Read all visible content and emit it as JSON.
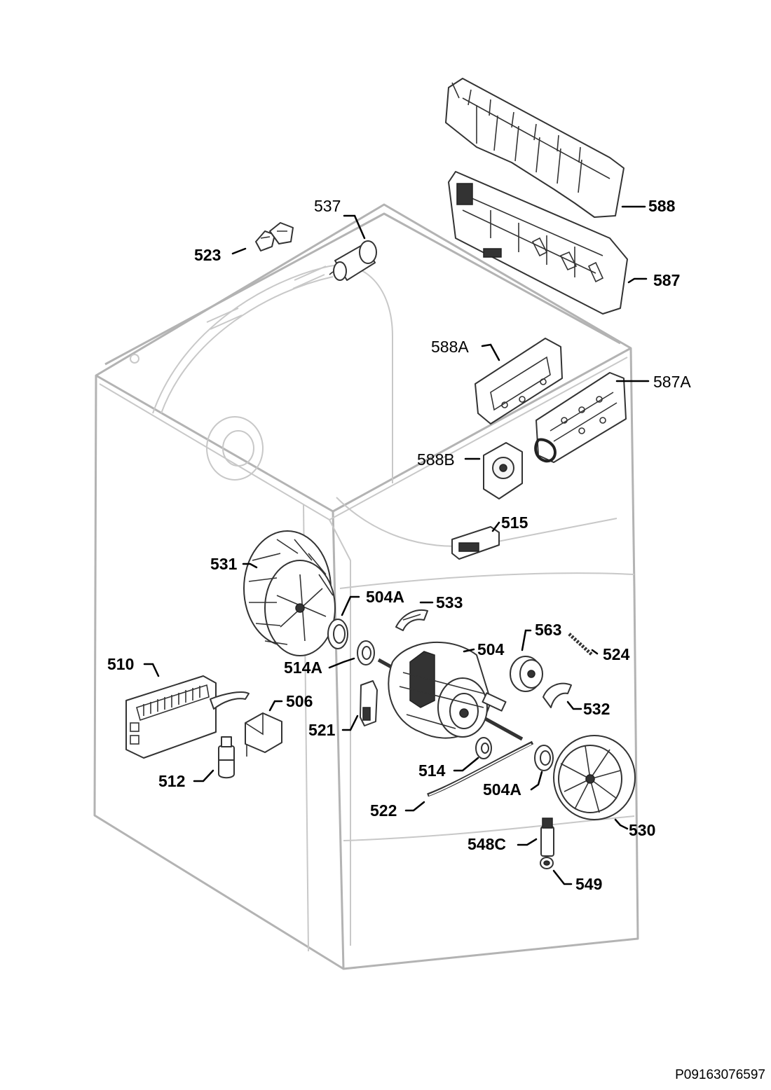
{
  "diagram": {
    "labels": [
      {
        "id": "537",
        "text": "537"
      },
      {
        "id": "523",
        "text": "523"
      },
      {
        "id": "588",
        "text": "588"
      },
      {
        "id": "587",
        "text": "587"
      },
      {
        "id": "588A",
        "text": "588A"
      },
      {
        "id": "587A",
        "text": "587A"
      },
      {
        "id": "588B",
        "text": "588B"
      },
      {
        "id": "515",
        "text": "515"
      },
      {
        "id": "531",
        "text": "531"
      },
      {
        "id": "504A_top",
        "text": "504A"
      },
      {
        "id": "533",
        "text": "533"
      },
      {
        "id": "563",
        "text": "563"
      },
      {
        "id": "504",
        "text": "504"
      },
      {
        "id": "524",
        "text": "524"
      },
      {
        "id": "514A",
        "text": "514A"
      },
      {
        "id": "510",
        "text": "510"
      },
      {
        "id": "506",
        "text": "506"
      },
      {
        "id": "521",
        "text": "521"
      },
      {
        "id": "532",
        "text": "532"
      },
      {
        "id": "514",
        "text": "514"
      },
      {
        "id": "504A_bottom",
        "text": "504A"
      },
      {
        "id": "512",
        "text": "512"
      },
      {
        "id": "522",
        "text": "522"
      },
      {
        "id": "530",
        "text": "530"
      },
      {
        "id": "548C",
        "text": "548C"
      },
      {
        "id": "549",
        "text": "549"
      }
    ],
    "document_id": "P09163076597"
  }
}
